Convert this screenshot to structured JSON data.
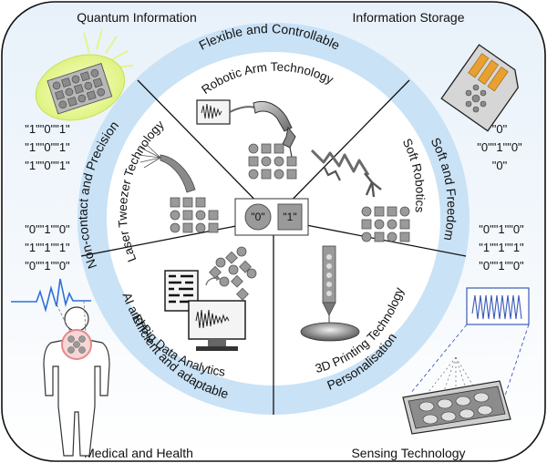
{
  "corners": {
    "top_left": "Quantum Information",
    "top_right": "Information Storage",
    "bottom_left": "Medical and Health",
    "bottom_right": "Sensing Technology"
  },
  "ring": {
    "top": "Flexible and Controllable",
    "right": "Soft and Freedom",
    "bottom_right": "Personalisation",
    "bottom_left": "Efficient and adaptable",
    "left": "Non-contact and Precision"
  },
  "sectors": {
    "robotic_arm": "Robotic Arm Technology",
    "soft_robotics": "Soft Robotics",
    "printing": "3D Printing Technology",
    "ai": "AI and Big Data Analytics",
    "laser": "Laser Tweezer Technology"
  },
  "center": {
    "zero": "\"0\"",
    "one": "\"1\""
  },
  "codes": {
    "top_left": [
      "\"1\"\"0\"\"1\"",
      "\"1\"\"0\"\"1\"",
      "\"1\"\"0\"\"1\""
    ],
    "mid_left": [
      "\"0\"\"1\"\"0\"",
      "\"1\"\"1\"\"1\"",
      "\"0\"\"1\"\"0\""
    ],
    "top_right": [
      "\"0\"",
      "\"0\"\"1\"\"0\"",
      "\"0\""
    ],
    "mid_right": [
      "\"0\"\"1\"\"0\"",
      "\"1\"\"1\"\"1\"",
      "\"0\"\"1\"\"0\""
    ]
  },
  "colors": {
    "ring": "#c9e2f6",
    "panel_top": "#eef5fb",
    "panel_bottom": "#ffffff",
    "glow": "#e4f58e",
    "chip": "#e8a030",
    "wave": "#3a5bb8",
    "pulse": "#2f6fd6",
    "heart": "#e48a8a"
  }
}
